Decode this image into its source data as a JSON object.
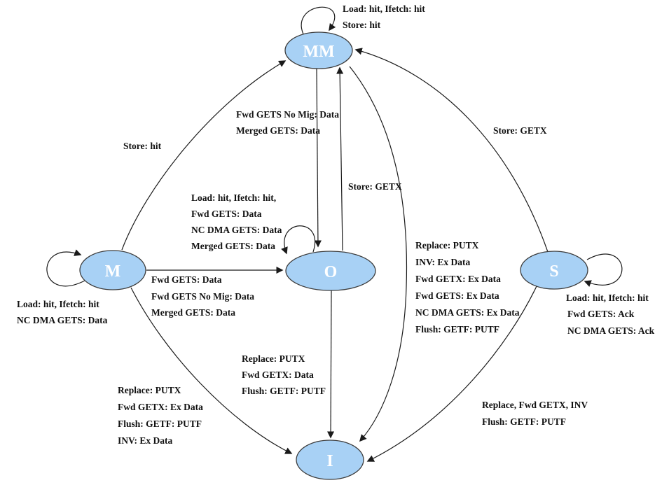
{
  "diagram": {
    "colors": {
      "state_fill": "#A8D1F5",
      "state_stroke": "#3c3c3c",
      "state_text": "#ffffff",
      "edge_stroke": "#1a1a1a",
      "label_text": "#111111",
      "background": "#ffffff"
    },
    "states": {
      "mm": {
        "label": "MM"
      },
      "m": {
        "label": "M"
      },
      "o": {
        "label": "O"
      },
      "s": {
        "label": "S"
      },
      "i": {
        "label": "I"
      }
    },
    "edges": {
      "mm_self": {
        "from": "MM",
        "to": "MM",
        "lines": [
          "Load: hit, Ifetch: hit",
          "Store: hit"
        ]
      },
      "m_to_mm": {
        "from": "M",
        "to": "MM",
        "lines": [
          "Store: hit"
        ]
      },
      "mm_to_o": {
        "from": "MM",
        "to": "O",
        "lines": [
          "Fwd GETS No Mig: Data",
          "Merged GETS: Data"
        ]
      },
      "o_to_mm": {
        "from": "O",
        "to": "MM",
        "lines": [
          "Store: GETX"
        ]
      },
      "s_to_mm": {
        "from": "S",
        "to": "MM",
        "lines": [
          "Store: GETX"
        ]
      },
      "mm_to_i": {
        "from": "MM",
        "to": "I",
        "lines": [
          "Replace: PUTX",
          "INV: Ex Data",
          "Fwd GETX: Ex Data",
          "Fwd GETS: Ex Data",
          "NC DMA GETS: Ex Data",
          "Flush: GETF: PUTF"
        ]
      },
      "m_self": {
        "from": "M",
        "to": "M",
        "lines": [
          "Load: hit, Ifetch: hit",
          "NC DMA GETS: Data"
        ]
      },
      "o_self": {
        "from": "O",
        "to": "O",
        "lines": [
          "Load: hit, Ifetch: hit,",
          "Fwd GETS: Data",
          "NC DMA GETS: Data",
          "Merged GETS: Data"
        ]
      },
      "m_to_o": {
        "from": "M",
        "to": "O",
        "lines": [
          "Fwd GETS: Data",
          "Fwd GETS No Mig: Data",
          "Merged GETS: Data"
        ]
      },
      "o_to_i": {
        "from": "O",
        "to": "I",
        "lines": [
          "Replace: PUTX",
          "Fwd GETX: Data",
          "Flush: GETF: PUTF"
        ]
      },
      "m_to_i": {
        "from": "M",
        "to": "I",
        "lines": [
          "Replace: PUTX",
          "Fwd GETX: Ex Data",
          "Flush: GETF: PUTF",
          "INV: Ex Data"
        ]
      },
      "s_self": {
        "from": "S",
        "to": "S",
        "lines": [
          "Load: hit, Ifetch: hit",
          "Fwd GETS: Ack",
          "NC DMA GETS: Ack"
        ]
      },
      "s_to_i": {
        "from": "S",
        "to": "I",
        "lines": [
          "Replace, Fwd GETX, INV",
          "Flush: GETF: PUTF"
        ]
      }
    }
  }
}
